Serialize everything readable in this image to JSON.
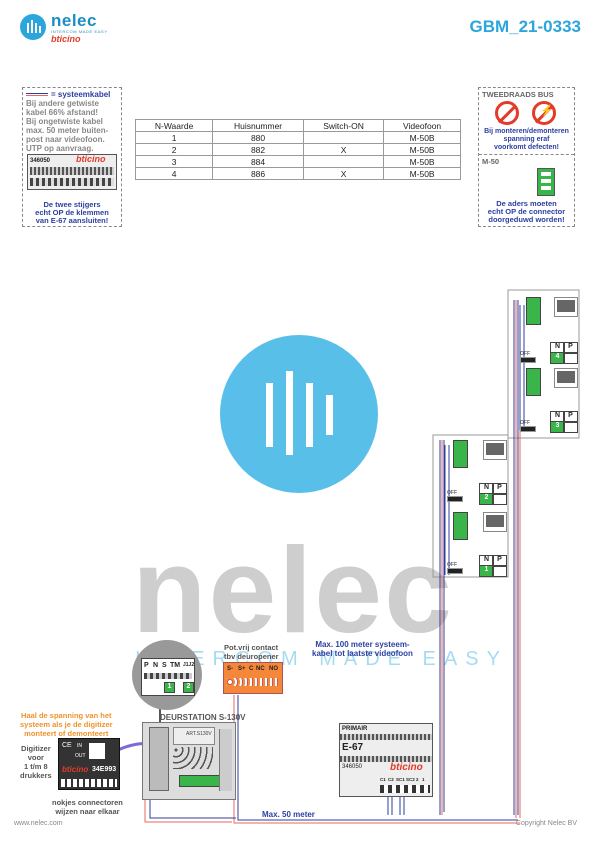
{
  "header": {
    "brand": "nelec",
    "brand_sub": "INTERCOM MADE EASY",
    "bticino": "bticino",
    "doc_id": "GBM_21-0333"
  },
  "note_cable": {
    "title": "= systeemkabel",
    "lines": [
      "Bij andere getwiste",
      "kabel 66% afstand!",
      "Bij ongetwiste kabel",
      "max. 50 meter buiten-",
      "post naar videofoon.",
      "UTP op aanvraag."
    ]
  },
  "note_e67": {
    "code": "346050",
    "brand": "bticino",
    "caption_lines": [
      "De twee stijgers",
      "echt OP de klemmen",
      "van E-67 aansluiten!"
    ]
  },
  "note_bus": {
    "title": "TWEEDRAADS BUS",
    "lines": [
      "Bij monteren/demonteren",
      "spanning eraf",
      "voorkomt defecten!"
    ]
  },
  "note_m50": {
    "title": "M-50",
    "lines": [
      "De aders moeten",
      "echt OP de connector",
      "doorgeduwd worden!"
    ]
  },
  "table": {
    "headers": [
      "N-Waarde",
      "Huisnummer",
      "Switch-ON",
      "Videofoon"
    ],
    "rows": [
      [
        "1",
        "880",
        "",
        "M-50B"
      ],
      [
        "2",
        "882",
        "X",
        "M-50B"
      ],
      [
        "3",
        "884",
        "",
        "M-50B"
      ],
      [
        "4",
        "886",
        "X",
        "M-50B"
      ]
    ]
  },
  "watermark": {
    "text": "nelec",
    "sub": "INTERCOM MADE EASY"
  },
  "doorstation": {
    "title": "DEURSTATION S-130V",
    "model": "ART.S130V",
    "connector_labels": [
      "P",
      "N",
      "S",
      "TM",
      "J1J2"
    ],
    "connector_nums": [
      "1",
      "2"
    ]
  },
  "relay": {
    "title_lines": [
      "Pot.vrij contact",
      "tbv deuropener"
    ],
    "terminals": [
      "S-",
      "S+",
      "C",
      "NC",
      "NO"
    ]
  },
  "digitizer": {
    "warning_lines": [
      "Haal de spanning van het",
      "systeem als je de digitizer",
      "monteert of demonteert"
    ],
    "side_lines": [
      "Digitizer",
      "voor",
      "1 t/m 8",
      "drukkers"
    ],
    "code": "34E993",
    "brand": "bticino",
    "in_label": "IN",
    "out_label": "OUT",
    "bottom_lines": [
      "nokjes connectoren",
      "wijzen naar elkaar"
    ]
  },
  "e67": {
    "title": "E-67",
    "primair": "PRIMAIR",
    "code": "346050",
    "brand": "bticino",
    "terminals": [
      "C1",
      "C2",
      "SC1",
      "SC2",
      "2",
      "1"
    ]
  },
  "distances": {
    "max100_lines": [
      "Max. 100 meter systeem-",
      "kabel tot laatste videofoon"
    ],
    "max50": "Max. 50 meter"
  },
  "monitors": [
    {
      "n": "4",
      "off_on": "OFF ON",
      "n_label": "N",
      "p_label": "P"
    },
    {
      "n": "3",
      "off_on": "OFF ON",
      "n_label": "N",
      "p_label": "P"
    },
    {
      "n": "2",
      "off_on": "OFF ON",
      "n_label": "N",
      "p_label": "P"
    },
    {
      "n": "1",
      "off_on": "OFF ON",
      "n_label": "N",
      "p_label": "P"
    }
  ],
  "footer": {
    "left": "www.nelec.com",
    "right": "Copyright Nelec BV"
  },
  "colors": {
    "accent": "#2aa6dc",
    "bticino_red": "#e23b2a",
    "cable_blue": "#2c3fa0",
    "warning_orange": "#f0922b",
    "green": "#39b54a"
  }
}
